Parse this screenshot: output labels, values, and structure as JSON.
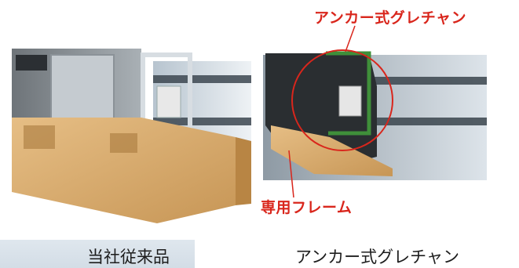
{
  "labels": {
    "anchor_glazing_callout": "アンカー式グレチャン",
    "dedicated_frame_callout": "専用フレーム"
  },
  "captions": {
    "left": "当社従来品",
    "right": "アンカー式グレチャン"
  },
  "colors": {
    "callout_red": "#d9261c",
    "wood_frame": "#d8a869",
    "glazing_green": "#3f8f3a",
    "caption_bg": "#d8e1ea"
  }
}
